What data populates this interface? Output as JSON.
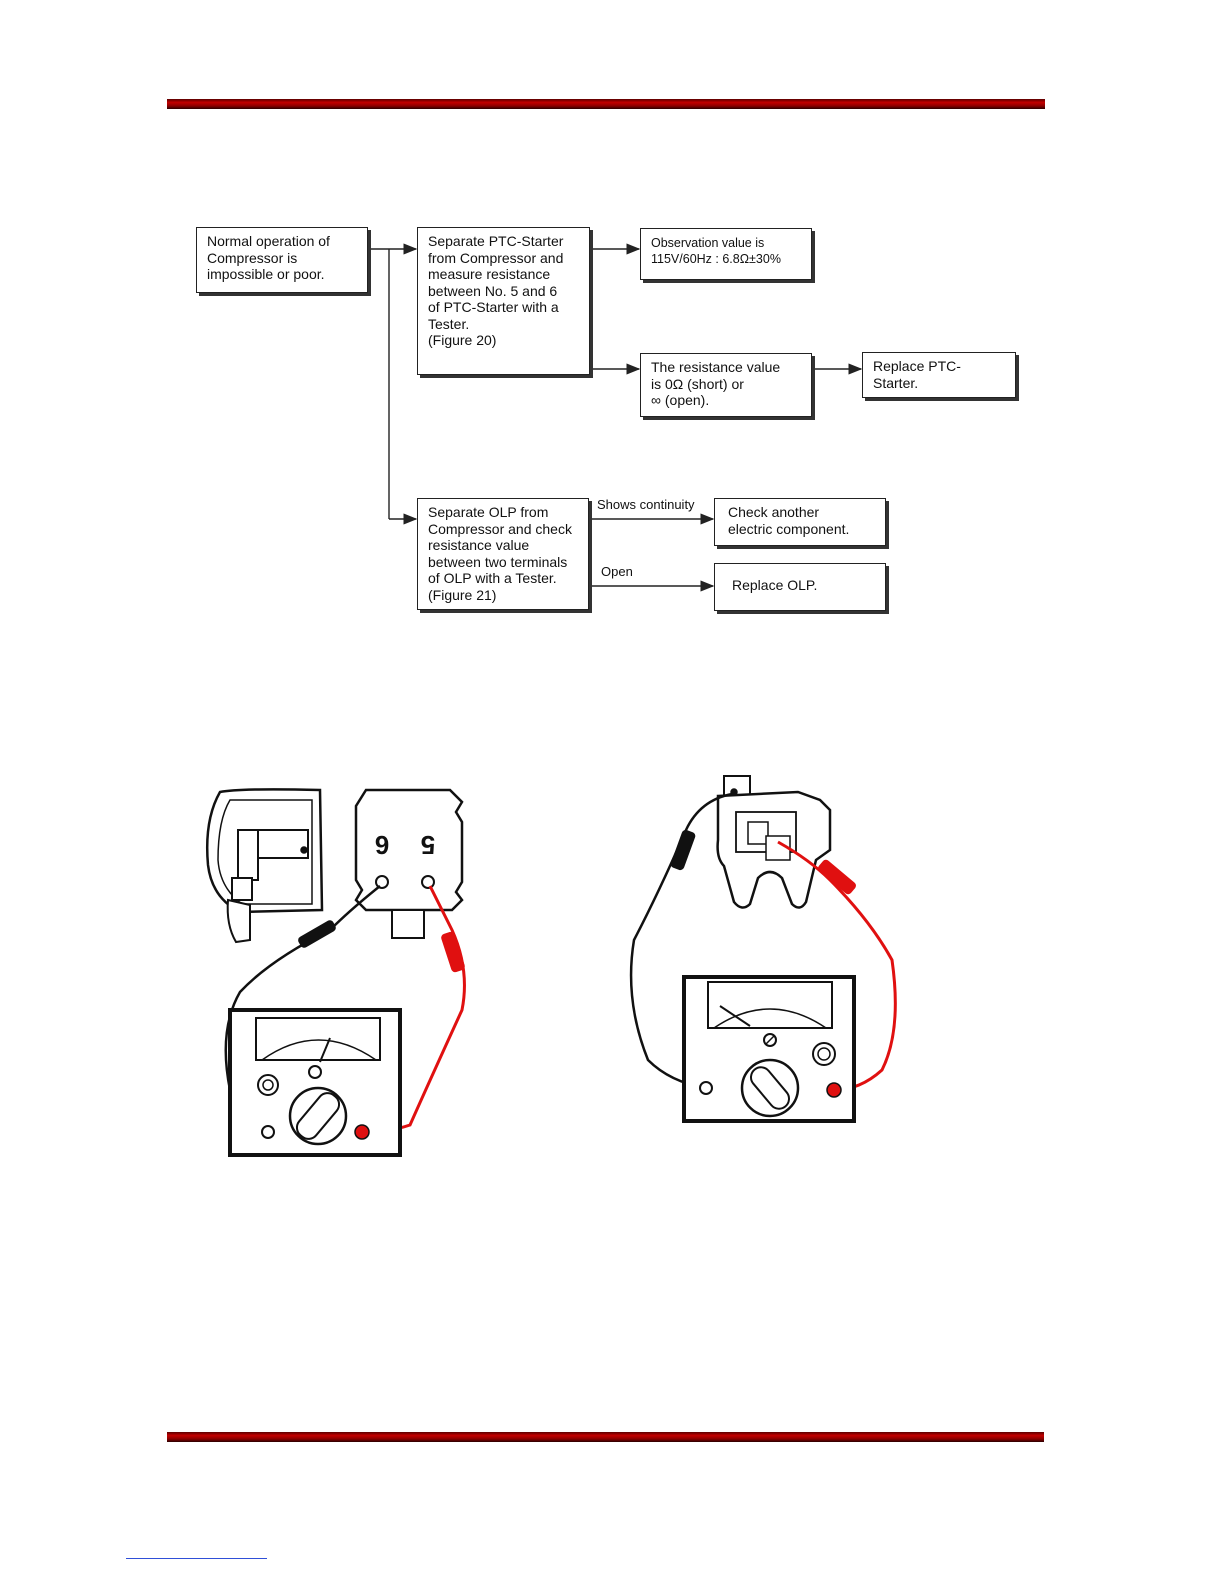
{
  "flowchart": {
    "start": "Normal operation of\nCompressor is\nimpossible or poor.",
    "ptc_step": "Separate PTC-Starter\nfrom Compressor and\nmeasure resistance\nbetween No. 5 and 6\nof PTC-Starter with a\nTester.\n(Figure 20)",
    "ptc_ok": "Observation value is\n115V/60Hz : 6.8Ω±30%",
    "ptc_bad": "The resistance value\nis 0Ω (short) or\n∞ (open).",
    "ptc_replace": "Replace PTC-\nStarter.",
    "olp_step": "Separate OLP from\nCompressor and check\nresistance value\nbetween two terminals\nof OLP with a Tester.\n(Figure 21)",
    "olp_continuity_label": "Shows continuity",
    "olp_continuity_result": "Check another\nelectric component.",
    "olp_open_label": "Open",
    "olp_open_result": "Replace OLP."
  },
  "figure20": {
    "terminal_left": "6",
    "terminal_right": "5"
  },
  "colors": {
    "rule": "#c40000",
    "lead_red": "#e01010",
    "lead_black": "#111111"
  }
}
